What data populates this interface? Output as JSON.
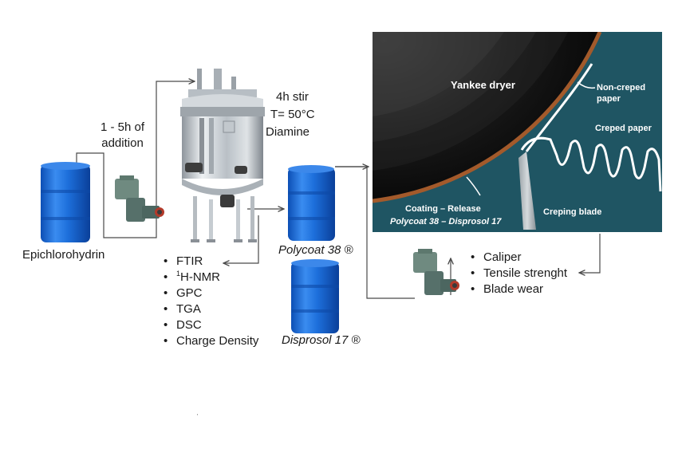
{
  "labels": {
    "epichlorohydrin": "Epichlorohydrin",
    "addition_time": "1 - 5h of\naddition",
    "stir_time": "4h stir",
    "temperature": "T= 50°C",
    "diamine": "Diamine",
    "polycoat": "Polycoat 38 ®",
    "disprosol": "Disprosol 17 ®"
  },
  "characterization": {
    "items": [
      "FTIR",
      "H-NMR",
      "GPC",
      "TGA",
      "DSC",
      "Charge Density"
    ],
    "nmr_superscript": "1"
  },
  "paper_tests": {
    "items": [
      "Caliper",
      "Tensile strenght",
      "Blade wear"
    ]
  },
  "yankee_panel": {
    "yankee_dryer": "Yankee dryer",
    "non_creped_paper": "Non-creped\npaper",
    "creped_paper": "Creped paper",
    "creping_blade": "Creping blade",
    "coating_release": "Coating – Release",
    "coating_products": "Polycoat 38 – Disprosol 17"
  },
  "colors": {
    "panel_bg": "#1f5563",
    "dryer_dark": "#070707",
    "coating": "#a35a2b",
    "drum_blue": "#1f70d8",
    "steel": "#c7ccd1",
    "arrow": "#4a4a4a"
  }
}
